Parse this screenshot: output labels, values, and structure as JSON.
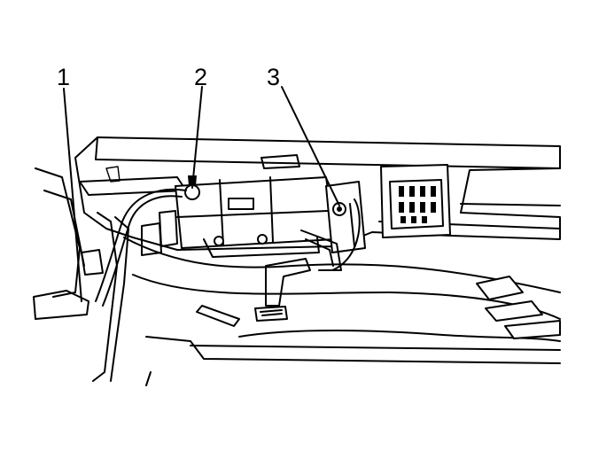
{
  "callouts": [
    {
      "id": "1",
      "label": "1"
    },
    {
      "id": "2",
      "label": "2"
    },
    {
      "id": "3",
      "label": "3"
    }
  ],
  "colors": {
    "line": "#000000",
    "background": "#ffffff"
  }
}
